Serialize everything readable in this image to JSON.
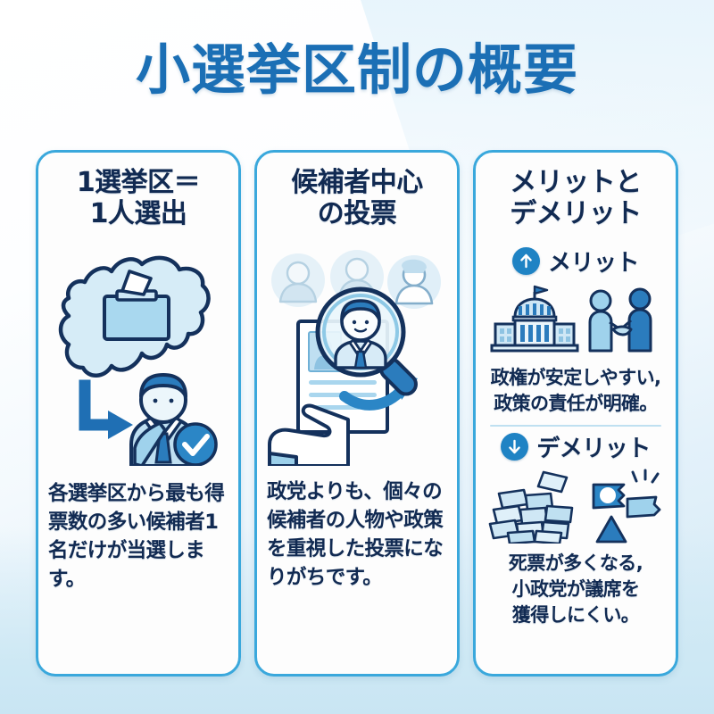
{
  "poster": {
    "title": "小選挙区制の概要",
    "title_color": "#1b6fb5",
    "accent_color": "#3aa8dc",
    "text_color": "#112a52",
    "card_bg": "#fdfdfd",
    "background_colors": [
      "#ffffff",
      "#e3f1fa",
      "#cde8f4"
    ]
  },
  "cards": [
    {
      "id": "district-seat",
      "heading_line1": "1選挙区＝",
      "heading_line2": "1人選出",
      "illustration": "district-map-ballot-box-winner",
      "illustration_parts": [
        "electoral-district-map-icon",
        "ballot-box-icon",
        "elbow-arrow-icon",
        "elected-candidate-icon",
        "check-badge-icon"
      ],
      "body": "各選挙区から最も得票数の多い候補者1名だけが当選します。"
    },
    {
      "id": "candidate-centered",
      "heading_line1": "候補者中心",
      "heading_line2": "の投票",
      "illustration": "candidates-magnifier-profile",
      "illustration_parts": [
        "candidate-avatar-icon",
        "candidate-avatar-icon",
        "candidate-avatar-icon",
        "magnifier-icon",
        "profile-document-icon",
        "hand-icon",
        "curved-arrow-icon"
      ],
      "body": "政党よりも、個々の候補者の人物や政策を重視した投票になりがちです。"
    },
    {
      "id": "merits-demerits",
      "heading_line1": "メリットと",
      "heading_line2": "デメリット",
      "sections": [
        {
          "id": "merit",
          "badge_icon": "arrow-up-icon",
          "badge_label": "メリット",
          "illustration": "parliament-handshake",
          "illustration_parts": [
            "parliament-building-icon",
            "flag-icon",
            "handshake-people-icon"
          ],
          "body_line1": "政権が安定しやすい,",
          "body_line2": "政策の責任が明確。"
        },
        {
          "id": "demerit",
          "badge_icon": "arrow-down-icon",
          "badge_label": "デメリット",
          "illustration": "wasted-votes-torn-ballot",
          "illustration_parts": [
            "discarded-ballots-pile-icon",
            "torn-ballot-icon",
            "triangle-icon"
          ],
          "body_line1": "死票が多くなる,",
          "body_line2": "小政党が議席を",
          "body_line3": "獲得しにくい。"
        }
      ]
    }
  ]
}
